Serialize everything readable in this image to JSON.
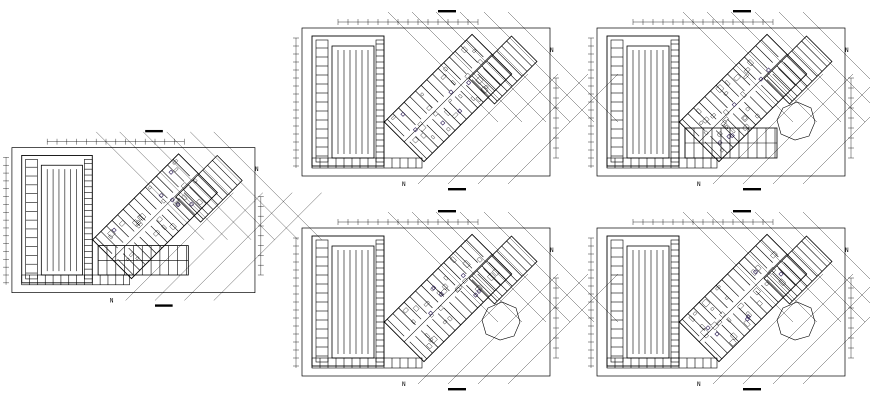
{
  "image": {
    "description_type": "architectural CAD floor plan sheet",
    "background_color": "#ffffff",
    "line_color": "#000000",
    "accent_color": "#2a1a55"
  },
  "plans": [
    {
      "id": "plan-1",
      "north_label": "N"
    },
    {
      "id": "plan-2",
      "north_label": "N"
    },
    {
      "id": "plan-3",
      "north_label": "N"
    },
    {
      "id": "plan-4",
      "north_label": "N"
    },
    {
      "id": "plan-5",
      "north_label": "N"
    }
  ]
}
